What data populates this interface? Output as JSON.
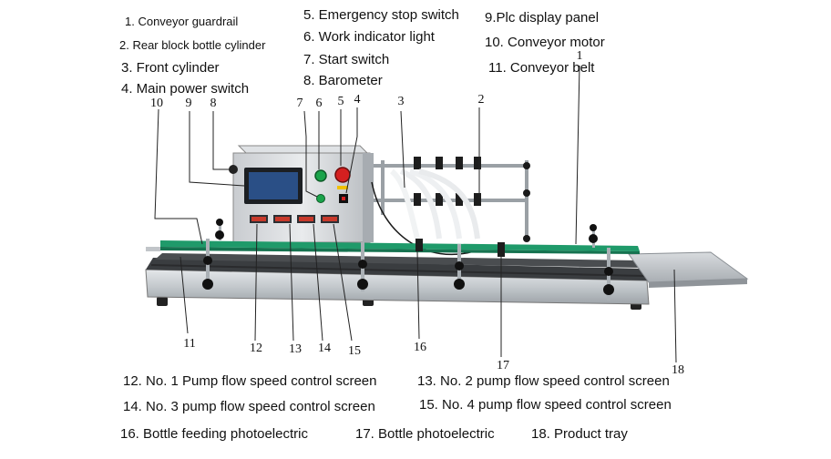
{
  "legend": {
    "l1": "1. Conveyor guardrail",
    "l2": "2. Rear block bottle cylinder",
    "l3": "3. Front cylinder",
    "l4": "4. Main power switch",
    "l5": "5. Emergency stop switch",
    "l6": "6. Work indicator light",
    "l7": "7. Start switch",
    "l8": "8. Barometer",
    "l9": "9.Plc display panel",
    "l10": "10. Conveyor motor",
    "l11": "11. Conveyor belt",
    "l12": "12. No. 1 Pump flow speed control screen",
    "l13": "13. No. 2 pump flow speed control screen",
    "l14": "14. No. 3 pump flow speed control screen",
    "l15": "15. No. 4 pump flow speed control screen",
    "l16": "16. Bottle feeding photoelectric",
    "l17": "17. Bottle photoelectric",
    "l18": "18. Product tray"
  },
  "callouts": {
    "c1": "1",
    "c2": "2",
    "c3": "3",
    "c4": "4",
    "c5": "5",
    "c6": "6",
    "c7": "7",
    "c8": "8",
    "c9": "9",
    "c10": "10",
    "c11": "11",
    "c12": "12",
    "c13": "13",
    "c14": "14",
    "c15": "15",
    "c16": "16",
    "c17": "17",
    "c18": "18"
  },
  "colors": {
    "guardrail": "#1f9a6a",
    "steel": "#c9cdd0",
    "emergency_stop": "#d42020",
    "indicator": "#1aa34a",
    "screen": "#2a4f86"
  }
}
